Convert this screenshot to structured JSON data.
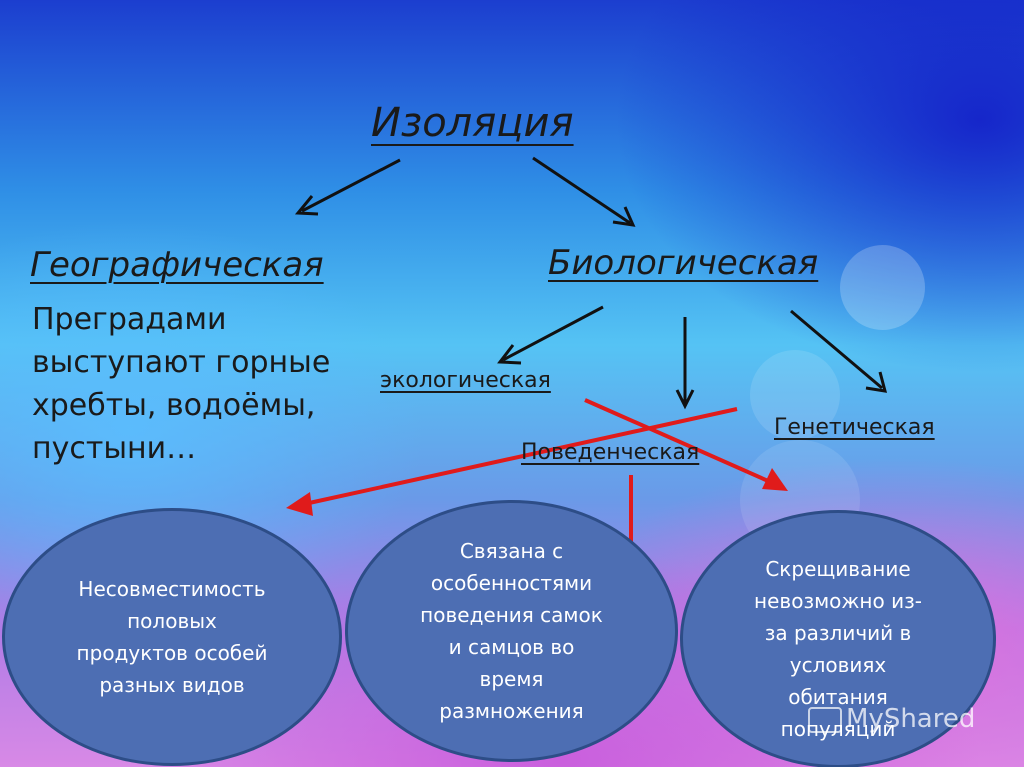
{
  "root": {
    "label": "Изоляция"
  },
  "branches": {
    "geographic": {
      "label": "Географическая",
      "description": "Преградами выступают горные хребты, водоёмы, пустыни…"
    },
    "biological": {
      "label": "Биологическая",
      "subtypes": {
        "ecological": "экологическая",
        "behavioral": "Поведенческая",
        "genetic": "Генетическая"
      }
    }
  },
  "ellipses": {
    "left": "Несовместимость\nполовых\nпродуктов особей\nразных видов",
    "middle": "Связана с\nособенностями\nповедения самок\nи самцов во\nвремя\nразмножения",
    "right": "Скрещивание\nневозможно из-\nза различий в\nусловиях\nобитания\nпопуляций"
  },
  "watermark": "MyShared",
  "colors": {
    "black_arrow": "#111111",
    "red_arrow": "#e01b1b",
    "ellipse_fill": "#4d6eb3"
  }
}
